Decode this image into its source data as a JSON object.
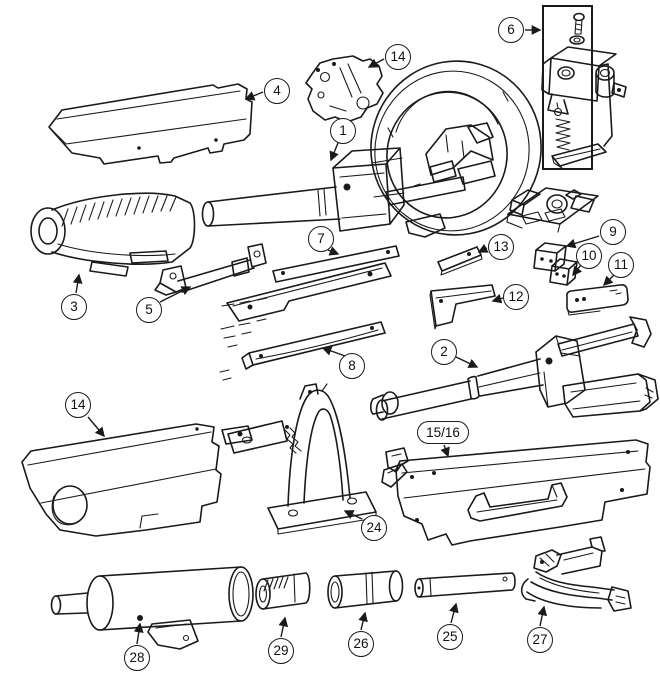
{
  "figure": {
    "type": "exploded-parts-diagram",
    "background": "#ffffff",
    "line_color": "#1a1a1a"
  },
  "callouts": [
    {
      "label": "4"
    },
    {
      "label": "14"
    },
    {
      "label": "1"
    },
    {
      "label": "6"
    },
    {
      "label": "13"
    },
    {
      "label": "9"
    },
    {
      "label": "10"
    },
    {
      "label": "11"
    },
    {
      "label": "12"
    },
    {
      "label": "3"
    },
    {
      "label": "5"
    },
    {
      "label": "7"
    },
    {
      "label": "8"
    },
    {
      "label": "2"
    },
    {
      "label": "15/16"
    },
    {
      "label": "14"
    },
    {
      "label": "24"
    },
    {
      "label": "28"
    },
    {
      "label": "29"
    },
    {
      "label": "26"
    },
    {
      "label": "25"
    },
    {
      "label": "27"
    }
  ]
}
